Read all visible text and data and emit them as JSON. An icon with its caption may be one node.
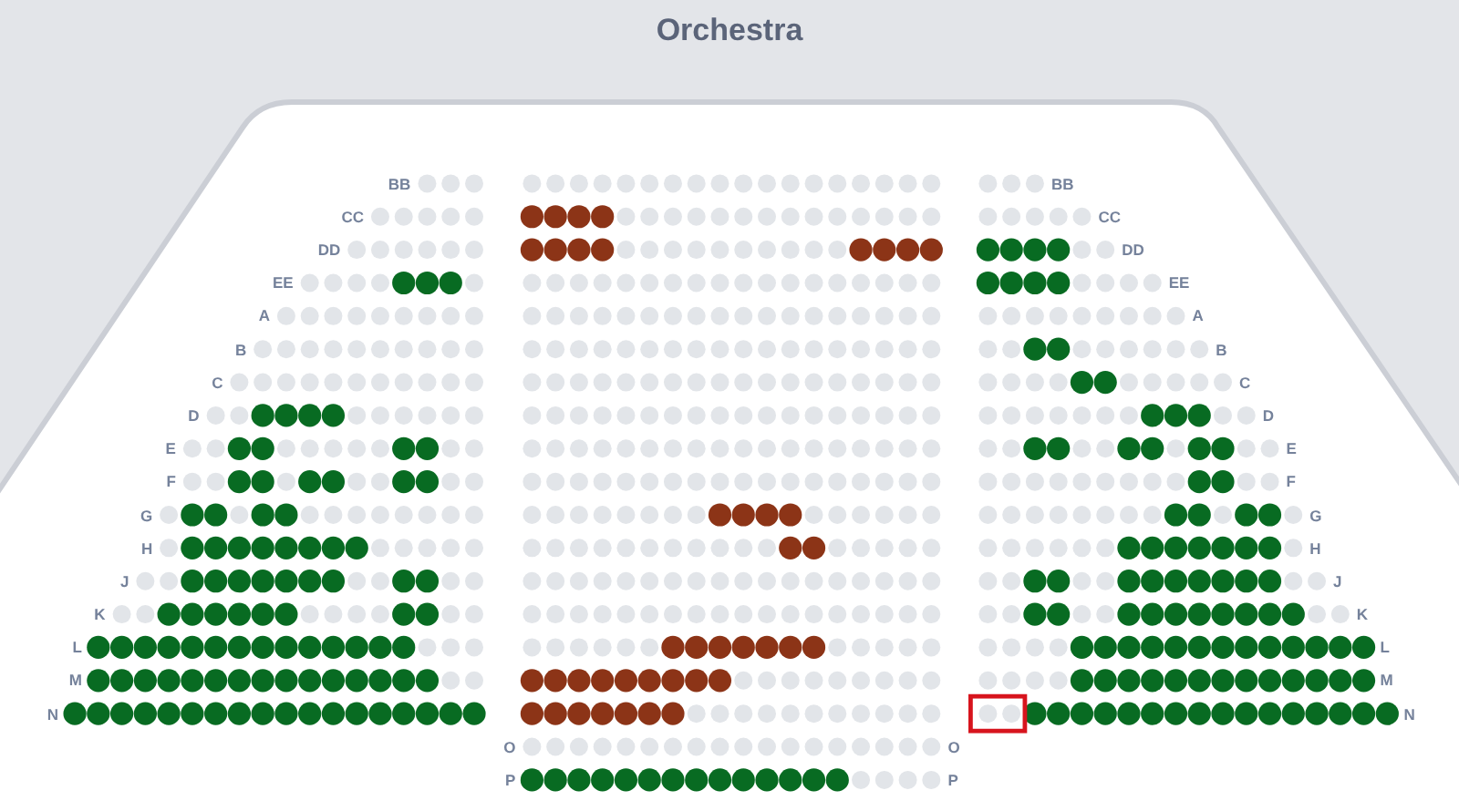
{
  "diagram": {
    "title": "Orchestra",
    "labels": [
      "BB",
      "BB",
      "CC",
      "CC",
      "DD",
      "DD",
      "EE",
      "EE",
      "A",
      "A",
      "B",
      "B",
      "C",
      "C",
      "D",
      "D",
      "E",
      "E",
      "F",
      "F",
      "G",
      "G",
      "H",
      "H",
      "J",
      "J",
      "K",
      "K",
      "L",
      "L",
      "M",
      "M",
      "N",
      "N",
      "O",
      "O",
      "P",
      "P"
    ]
  }
}
